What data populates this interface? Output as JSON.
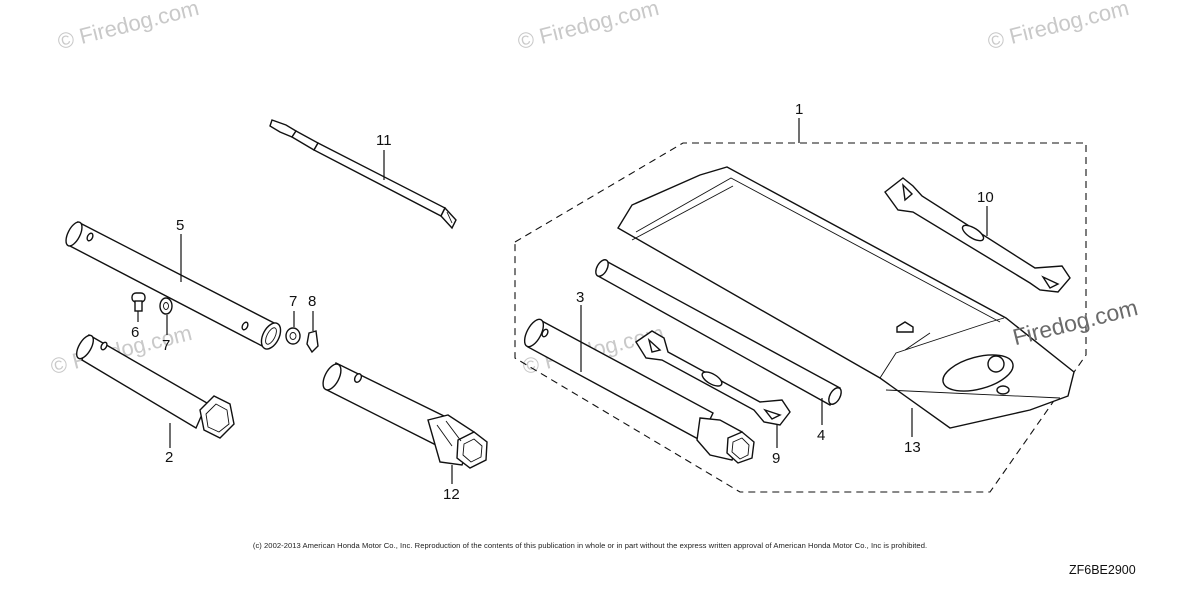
{
  "watermarks": [
    "© Firedog.com",
    "© Firedog.com",
    "© Firedog.com",
    "© Firedog.com",
    "© Firedog.com"
  ],
  "brand_watermark": "Firedog.com",
  "callouts": {
    "p1": "1",
    "p2": "2",
    "p3": "3",
    "p4": "4",
    "p5": "5",
    "p6": "6",
    "p7a": "7",
    "p7b": "7",
    "p8": "8",
    "p9": "9",
    "p10": "10",
    "p11": "11",
    "p12": "12",
    "p13": "13"
  },
  "copyright": "(c) 2002-2013 American Honda Motor Co., Inc. Reproduction of the contents of this publication in whole or in part without the express written approval of American Honda Motor Co., Inc is prohibited.",
  "diagram_code": "ZF6BE2900",
  "colors": {
    "line": "#111111",
    "watermark": "#c9c9c9",
    "background": "#ffffff"
  }
}
